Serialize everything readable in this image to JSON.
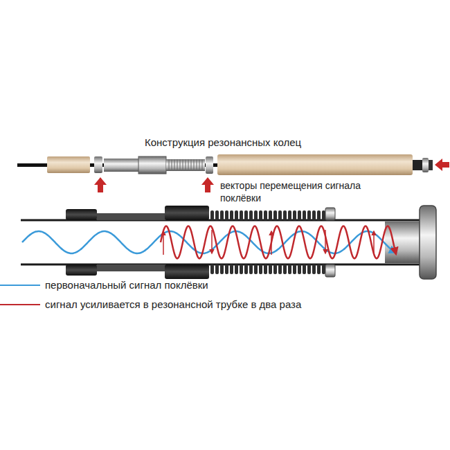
{
  "diagram": {
    "title": "Конструкция резонансных колец",
    "labels": [
      "векторы перемещения сигнала поклёвки"
    ],
    "legend": [
      {
        "text": "первоначальный сигнал поклёвки"
      },
      {
        "text": "сигнал усиливается в резонансной трубке в два раза"
      }
    ]
  }
}
